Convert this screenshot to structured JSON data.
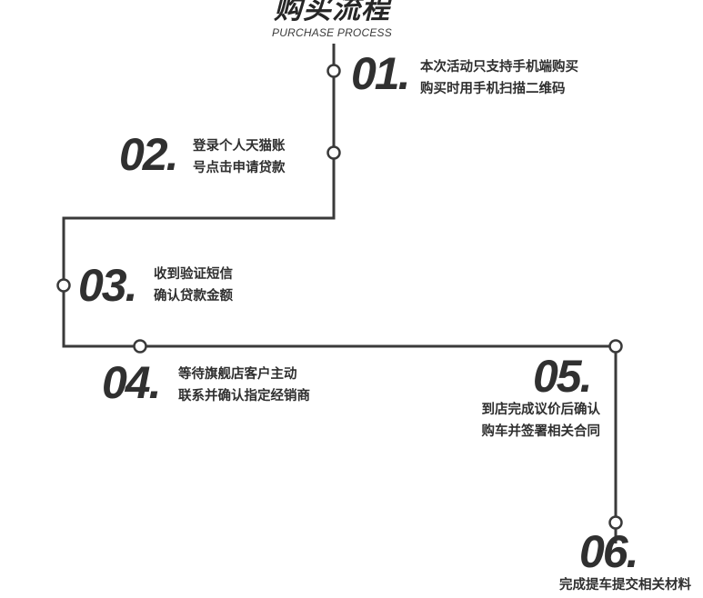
{
  "header": {
    "title": "购买流程",
    "subtitle": "PURCHASE PROCESS"
  },
  "colors": {
    "line": "#3a3a3a",
    "text": "#2f2f2f",
    "node_fill": "#ffffff"
  },
  "steps": [
    {
      "number": "01.",
      "line1": "本次活动只支持手机端购买",
      "line2": "购买时用手机扫描二维码"
    },
    {
      "number": "02.",
      "line1": "登录个人天猫账",
      "line2": "号点击申请贷款"
    },
    {
      "number": "03.",
      "line1": "收到验证短信",
      "line2": "确认贷款金额"
    },
    {
      "number": "04.",
      "line1": "等待旗舰店客户主动",
      "line2": "联系并确认指定经销商"
    },
    {
      "number": "05.",
      "line1": "到店完成议价后确认",
      "line2": "购车并签署相关合同"
    },
    {
      "number": "06.",
      "line1": "完成提车提交相关材料",
      "line2": ""
    }
  ]
}
